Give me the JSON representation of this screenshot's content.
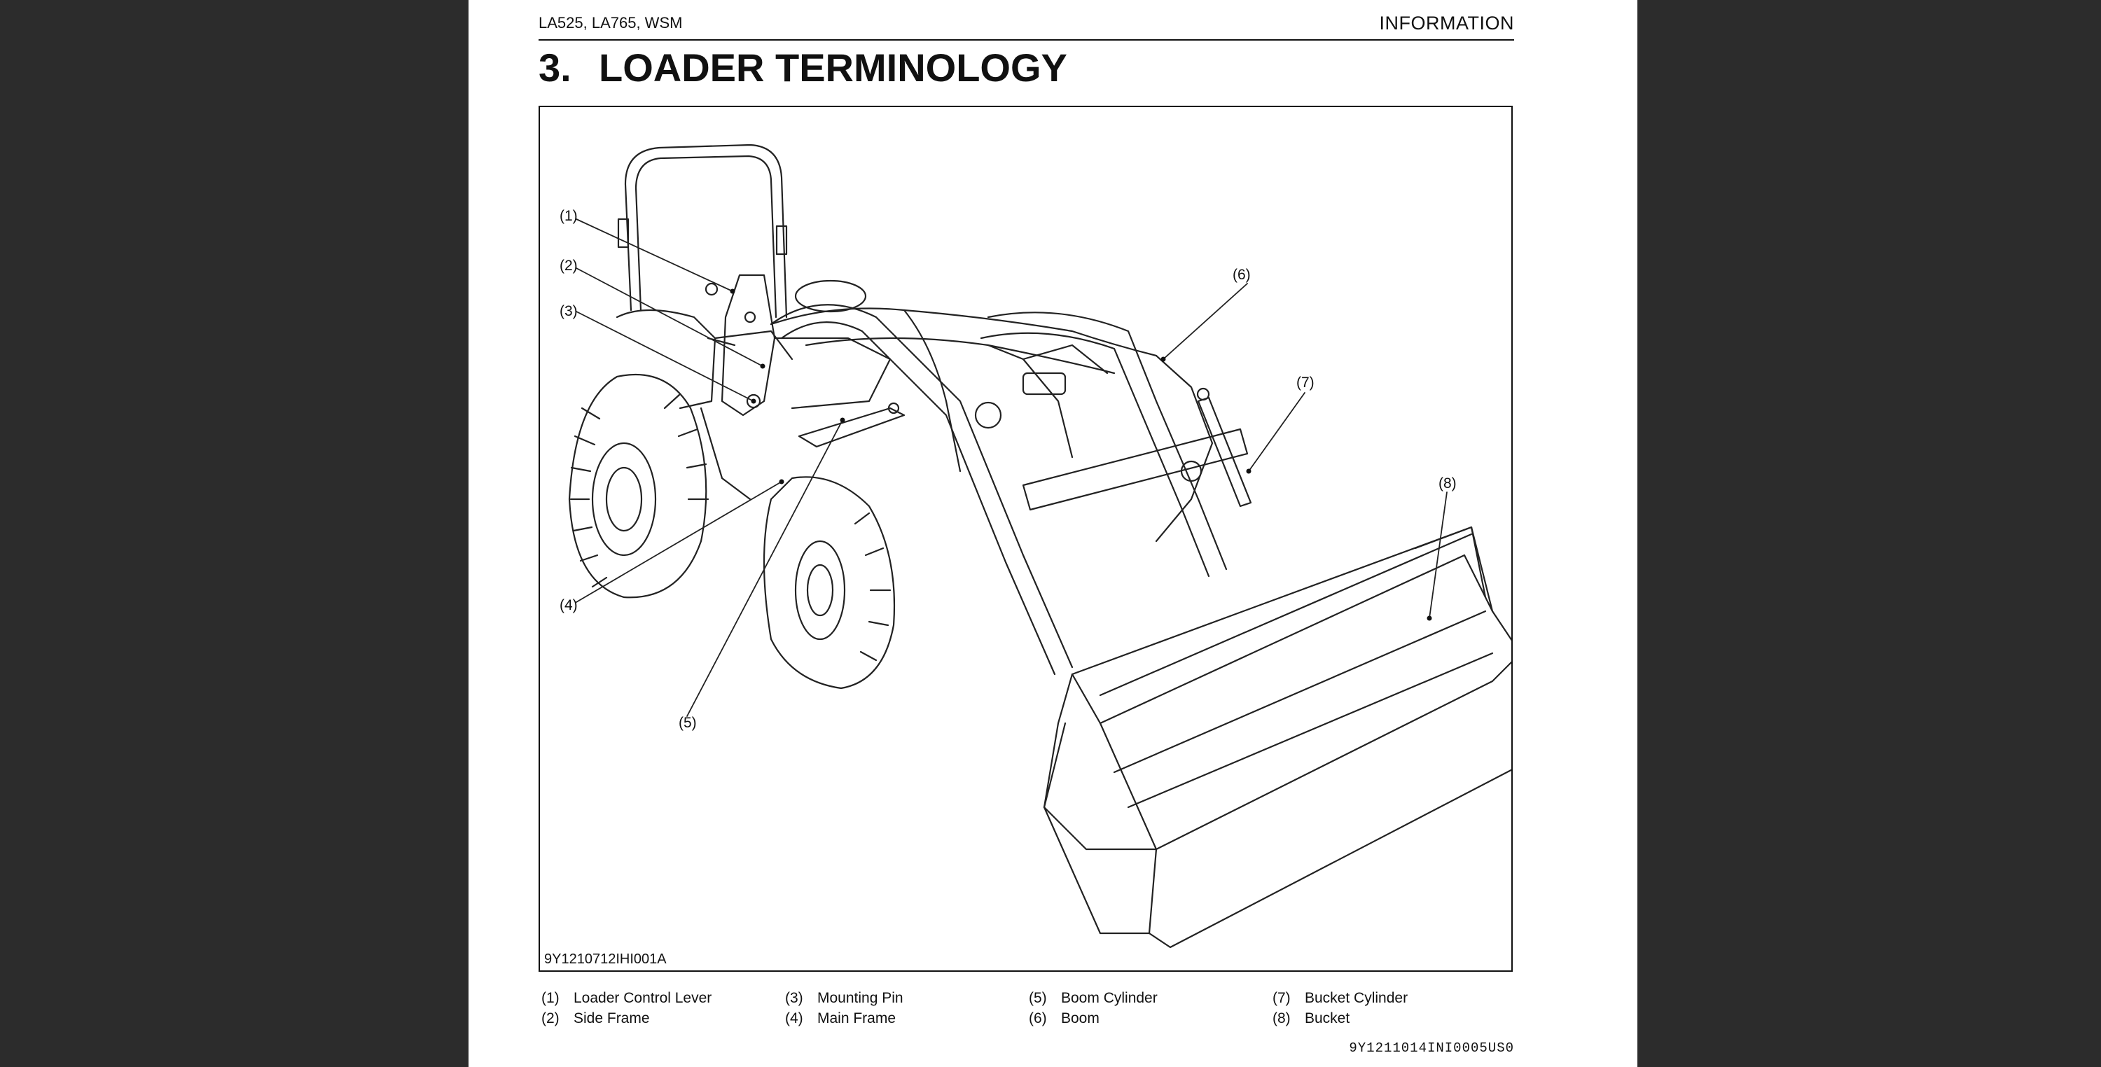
{
  "header": {
    "models": "LA525, LA765, WSM",
    "section": "INFORMATION"
  },
  "title": {
    "number": "3.",
    "text": "LOADER TERMINOLOGY"
  },
  "figure": {
    "code": "9Y1210712IHI001A",
    "callouts": [
      "(1)",
      "(2)",
      "(3)",
      "(4)",
      "(5)",
      "(6)",
      "(7)",
      "(8)"
    ]
  },
  "legend": [
    {
      "num": "(1)",
      "label": "Loader Control Lever"
    },
    {
      "num": "(2)",
      "label": "Side Frame"
    },
    {
      "num": "(3)",
      "label": "Mounting Pin"
    },
    {
      "num": "(4)",
      "label": "Main Frame"
    },
    {
      "num": "(5)",
      "label": "Boom Cylinder"
    },
    {
      "num": "(6)",
      "label": "Boom"
    },
    {
      "num": "(7)",
      "label": "Bucket Cylinder"
    },
    {
      "num": "(8)",
      "label": "Bucket"
    }
  ],
  "doc_code": "9Y1211014INI0005US0"
}
